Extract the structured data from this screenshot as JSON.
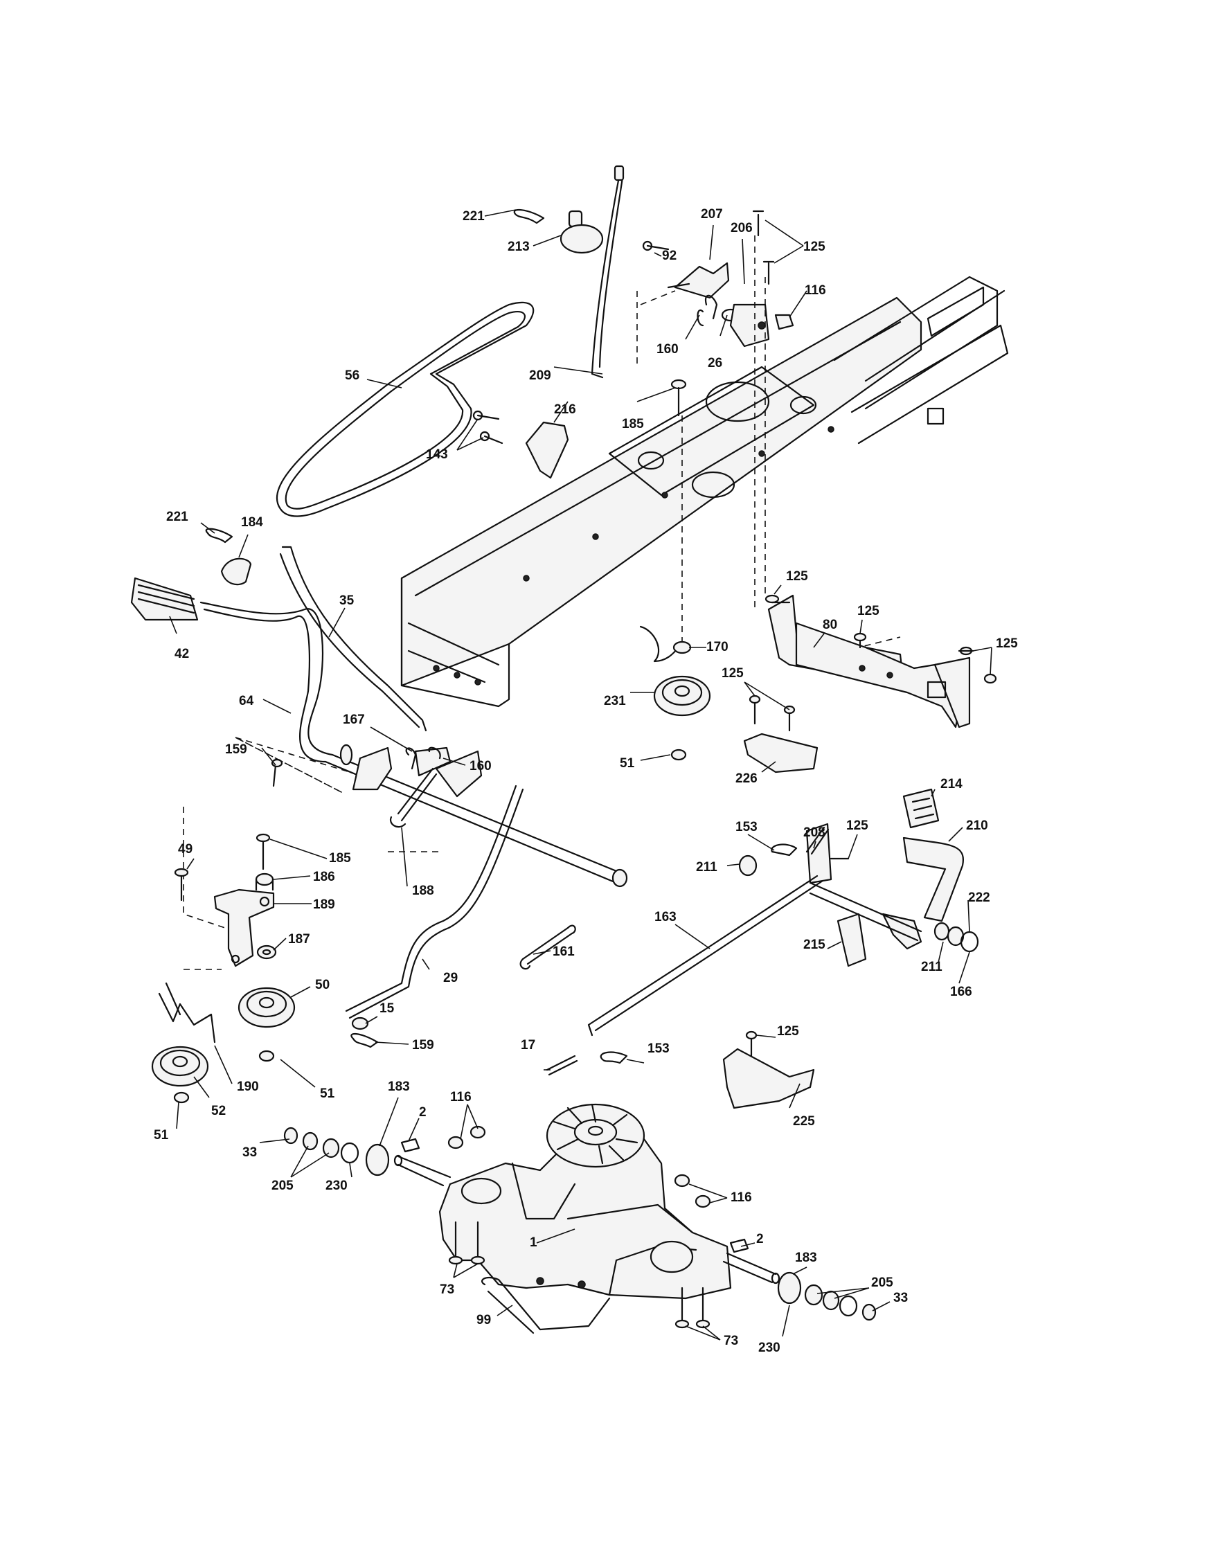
{
  "diagram": {
    "callouts": [
      {
        "id": "c221a",
        "text": "221"
      },
      {
        "id": "c213",
        "text": "213"
      },
      {
        "id": "c207",
        "text": "207"
      },
      {
        "id": "c206",
        "text": "206"
      },
      {
        "id": "c125a",
        "text": "125"
      },
      {
        "id": "c92",
        "text": "92"
      },
      {
        "id": "c116a",
        "text": "116"
      },
      {
        "id": "c160a",
        "text": "160"
      },
      {
        "id": "c26",
        "text": "26"
      },
      {
        "id": "c209",
        "text": "209"
      },
      {
        "id": "c56",
        "text": "56"
      },
      {
        "id": "c216",
        "text": "216"
      },
      {
        "id": "c185a",
        "text": "185"
      },
      {
        "id": "c143",
        "text": "143"
      },
      {
        "id": "c221b",
        "text": "221"
      },
      {
        "id": "c184",
        "text": "184"
      },
      {
        "id": "c35",
        "text": "35"
      },
      {
        "id": "c42",
        "text": "42"
      },
      {
        "id": "c125b",
        "text": "125"
      },
      {
        "id": "c125c",
        "text": "125"
      },
      {
        "id": "c80",
        "text": "80"
      },
      {
        "id": "c125d",
        "text": "125"
      },
      {
        "id": "c170",
        "text": "170"
      },
      {
        "id": "c125e",
        "text": "125"
      },
      {
        "id": "c231",
        "text": "231"
      },
      {
        "id": "c51a",
        "text": "51"
      },
      {
        "id": "c226",
        "text": "226"
      },
      {
        "id": "c64",
        "text": "64"
      },
      {
        "id": "c167",
        "text": "167"
      },
      {
        "id": "c160b",
        "text": "160"
      },
      {
        "id": "c159a",
        "text": "159"
      },
      {
        "id": "c153a",
        "text": "153"
      },
      {
        "id": "c208",
        "text": "208"
      },
      {
        "id": "c125f",
        "text": "125"
      },
      {
        "id": "c214",
        "text": "214"
      },
      {
        "id": "c210",
        "text": "210"
      },
      {
        "id": "c49",
        "text": "49"
      },
      {
        "id": "c185b",
        "text": "185"
      },
      {
        "id": "c211a",
        "text": "211"
      },
      {
        "id": "c186",
        "text": "186"
      },
      {
        "id": "c188",
        "text": "188"
      },
      {
        "id": "c189",
        "text": "189"
      },
      {
        "id": "c222",
        "text": "222"
      },
      {
        "id": "c163",
        "text": "163"
      },
      {
        "id": "c187",
        "text": "187"
      },
      {
        "id": "c215",
        "text": "215"
      },
      {
        "id": "c161",
        "text": "161"
      },
      {
        "id": "c211b",
        "text": "211"
      },
      {
        "id": "c166",
        "text": "166"
      },
      {
        "id": "c50",
        "text": "50"
      },
      {
        "id": "c29",
        "text": "29"
      },
      {
        "id": "c15",
        "text": "15"
      },
      {
        "id": "c125g",
        "text": "125"
      },
      {
        "id": "c159b",
        "text": "159"
      },
      {
        "id": "c17",
        "text": "17"
      },
      {
        "id": "c153b",
        "text": "153"
      },
      {
        "id": "c190",
        "text": "190"
      },
      {
        "id": "c51b",
        "text": "51"
      },
      {
        "id": "c183a",
        "text": "183"
      },
      {
        "id": "c52",
        "text": "52"
      },
      {
        "id": "c116b",
        "text": "116"
      },
      {
        "id": "c225",
        "text": "225"
      },
      {
        "id": "c51c",
        "text": "51"
      },
      {
        "id": "c33a",
        "text": "33"
      },
      {
        "id": "c2a",
        "text": "2"
      },
      {
        "id": "c205a",
        "text": "205"
      },
      {
        "id": "c230a",
        "text": "230"
      },
      {
        "id": "c116c",
        "text": "116"
      },
      {
        "id": "c2b",
        "text": "2"
      },
      {
        "id": "c183b",
        "text": "183"
      },
      {
        "id": "c1",
        "text": "1"
      },
      {
        "id": "c205b",
        "text": "205"
      },
      {
        "id": "c73a",
        "text": "73"
      },
      {
        "id": "c33b",
        "text": "33"
      },
      {
        "id": "c99",
        "text": "99"
      },
      {
        "id": "c73b",
        "text": "73"
      },
      {
        "id": "c230b",
        "text": "230"
      }
    ]
  }
}
